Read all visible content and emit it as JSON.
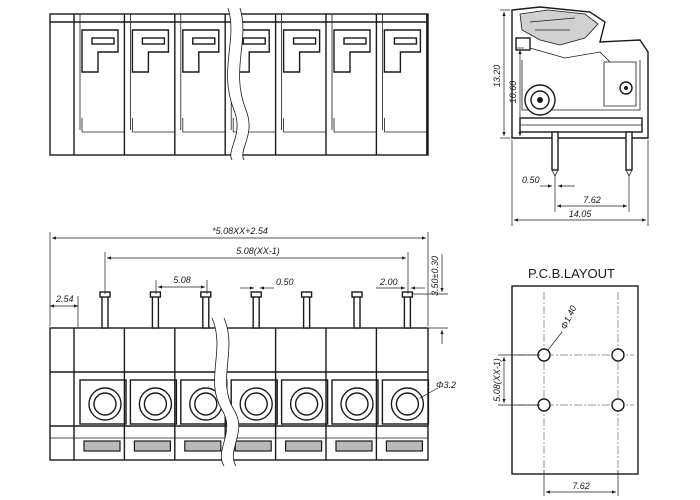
{
  "top_view": {
    "module_count": 7
  },
  "side_view": {
    "dims": {
      "height_total": "13.20",
      "height_pivot": "10.60",
      "pin_offset": "0.50",
      "pin_pitch": "7.62",
      "depth": "14.05"
    }
  },
  "front_view": {
    "dims": {
      "overall": "*5.08XX+2.54",
      "span": "5.08(XX-1)",
      "pitch": "5.08",
      "pin_width": "0.50",
      "end_offset": "2.00",
      "pin_length": "3.50±0.30",
      "edge": "2.54",
      "screw_dia": "Φ3.2"
    }
  },
  "pcb_layout": {
    "title": "P.C.B.LAYOUT",
    "dims": {
      "hole_dia": "Φ1.40",
      "row_span": "5.08(XX-1)",
      "col_pitch": "7.62"
    }
  }
}
